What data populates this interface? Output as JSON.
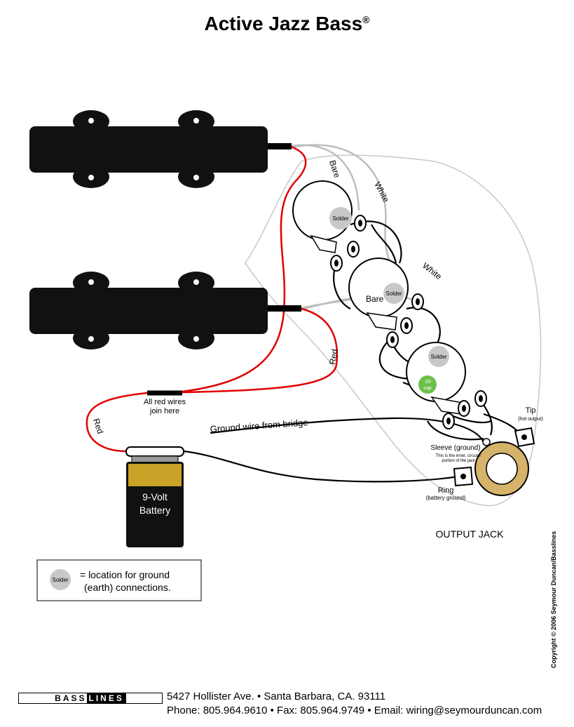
{
  "title": "Active Jazz Bass",
  "title_mark": "®",
  "labels": {
    "bare_top": "Bare",
    "white_top": "White",
    "bare_mid": "Bare",
    "white_mid": "White",
    "red_right": "Red",
    "red_left": "Red",
    "join_line1": "All red wires",
    "join_line2": "join here",
    "ground_wire": "Ground wire from bridge",
    "solder_pot1": "Solder",
    "solder_pot2": "Solder",
    "solder_pot3": "Solder",
    "cap_line1": ".05",
    "cap_line2": "cap",
    "tip": "Tip",
    "tip_sub": "(hot output)",
    "sleeve": "Sleeve (ground)",
    "sleeve_sub1": "This is the inner, circular",
    "sleeve_sub2": "portion of the jack",
    "ring": "Ring",
    "ring_sub": "(battery ground)",
    "output_jack": "OUTPUT JACK",
    "battery_line1": "9-Volt",
    "battery_line2": "Battery"
  },
  "legend": {
    "solder_label": "Solder",
    "text_line1": "= location for ground",
    "text_line2": "(earth) connections."
  },
  "footer": {
    "brand_left": "BASS",
    "brand_right": "LINES",
    "address": "5427 Hollister Ave.  •  Santa Barbara, CA. 93111",
    "contact": "Phone: 805.964.9610  •  Fax: 805.964.9749  •  Email: wiring@seymourduncan.com"
  },
  "copyright": "Copyright © 2006 Seymour Duncan/Basslines",
  "colors": {
    "wire_red": "#e00000",
    "wire_white": "#bdbdbd",
    "wire_black": "#000000",
    "pickup": "#111111",
    "solder": "#c8c8c8",
    "cap": "#6cc04a",
    "battery_top": "#c9a227",
    "jack_ring": "#d6b36a"
  }
}
